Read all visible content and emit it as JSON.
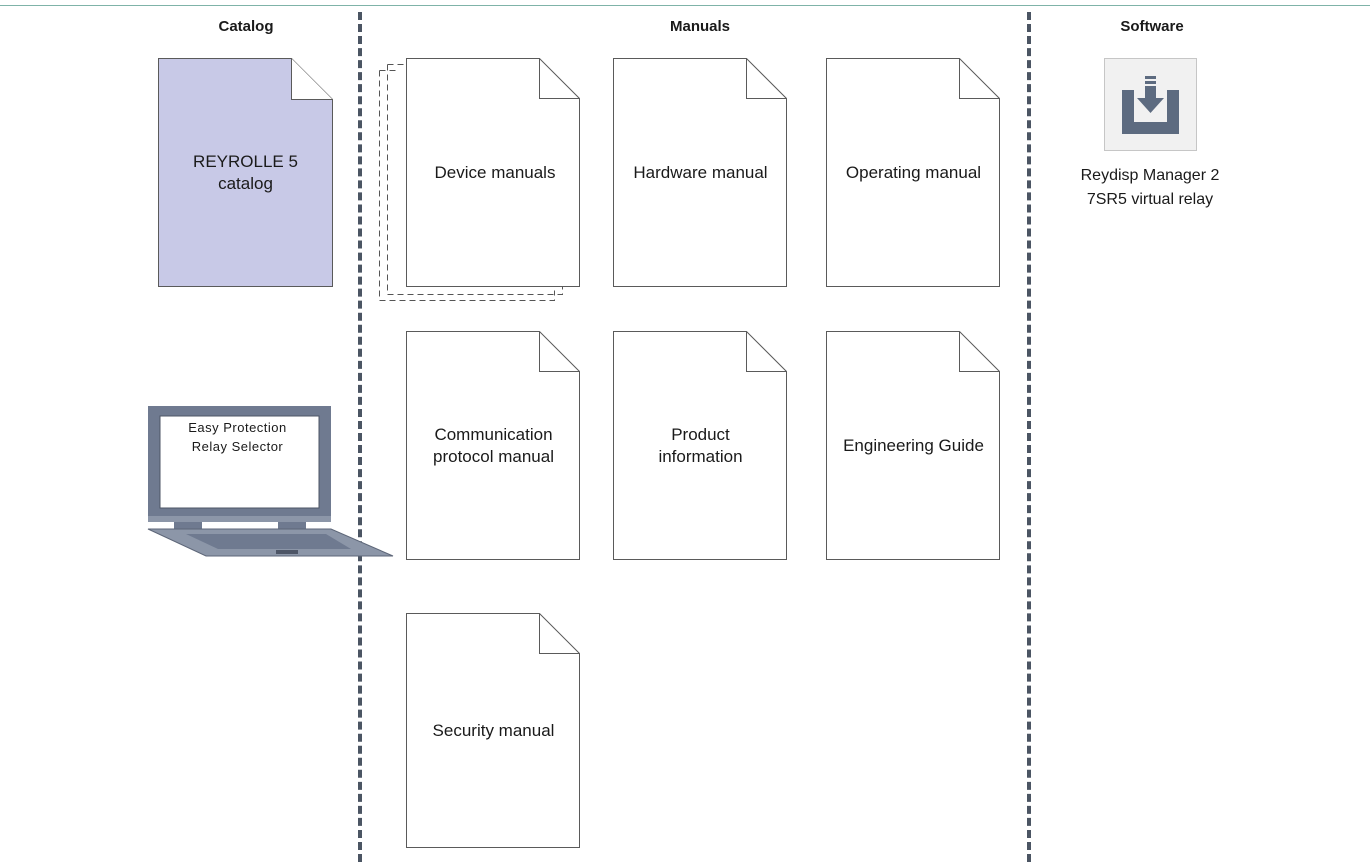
{
  "columns": {
    "catalog": "Catalog",
    "manuals": "Manuals",
    "software": "Software"
  },
  "catalog": {
    "doc_line1": "REYROLLE 5",
    "doc_line2": "catalog",
    "laptop_line1": "Easy Protection",
    "laptop_line2": "Relay Selector",
    "doc_fill": "#c8c9e7"
  },
  "manuals": {
    "device": "Device manuals",
    "hardware": "Hardware manual",
    "operating": "Operating manual",
    "communication_line1": "Communication",
    "communication_line2": "protocol manual",
    "product_line1": "Product",
    "product_line2": "information",
    "engineering": "Engineering Guide",
    "security": "Security manual"
  },
  "software": {
    "line1": "Reydisp Manager 2",
    "line2": "7SR5 virtual relay",
    "icon": "download-icon"
  },
  "colors": {
    "divider": "#4b5563",
    "icon": "#5d6b80",
    "laptop": "#6f7a90"
  }
}
